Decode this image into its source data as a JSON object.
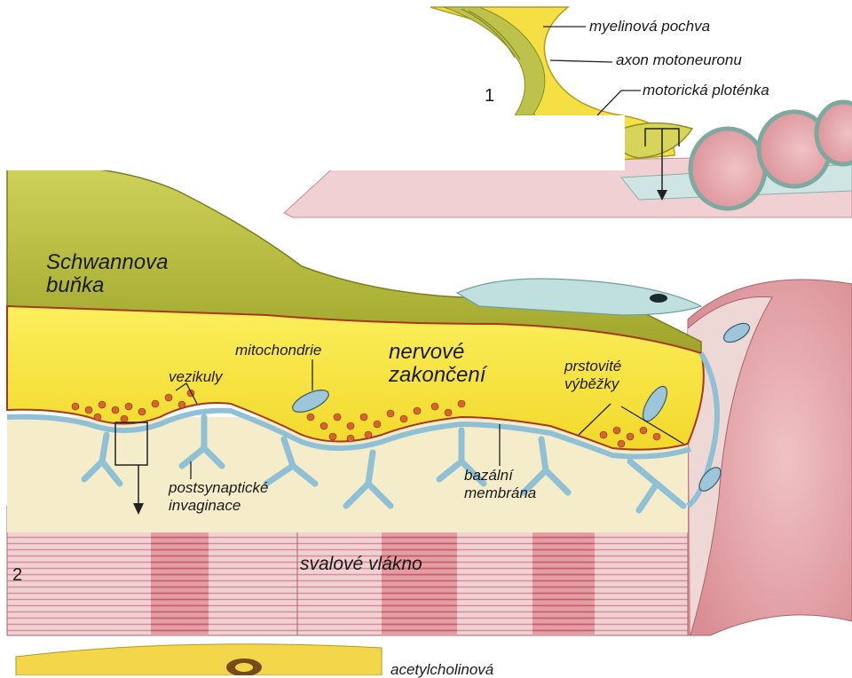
{
  "labels": {
    "myelin": "myelinová pochva",
    "axon": "axon motoneuronu",
    "endplate": "motorická ploténka",
    "panel1": "1",
    "schwann_1": "Schwannova",
    "schwann_2": "buňka",
    "mitochondria": "mitochondrie",
    "nerve_end_1": "nervové",
    "nerve_end_2": "zakončení",
    "vesicles": "vezikuly",
    "fingers_1": "prstovité",
    "fingers_2": "výběžky",
    "postsyn_1": "postsynaptické",
    "postsyn_2": "invaginace",
    "basal_1": "bazální",
    "basal_2": "membrána",
    "panel2": "2",
    "muscle_fiber": "svalové vlákno",
    "acetylcholine": "acetylcholinová"
  },
  "colors": {
    "nerve_yellow": "#f6e23a",
    "schwann_green": "#b3b833",
    "muscle_pink": "#e7b4b7",
    "vesicle_orange": "#d9652a",
    "membrane_blue": "#9ec7d8",
    "cleft_cream": "#f4e9c4"
  }
}
